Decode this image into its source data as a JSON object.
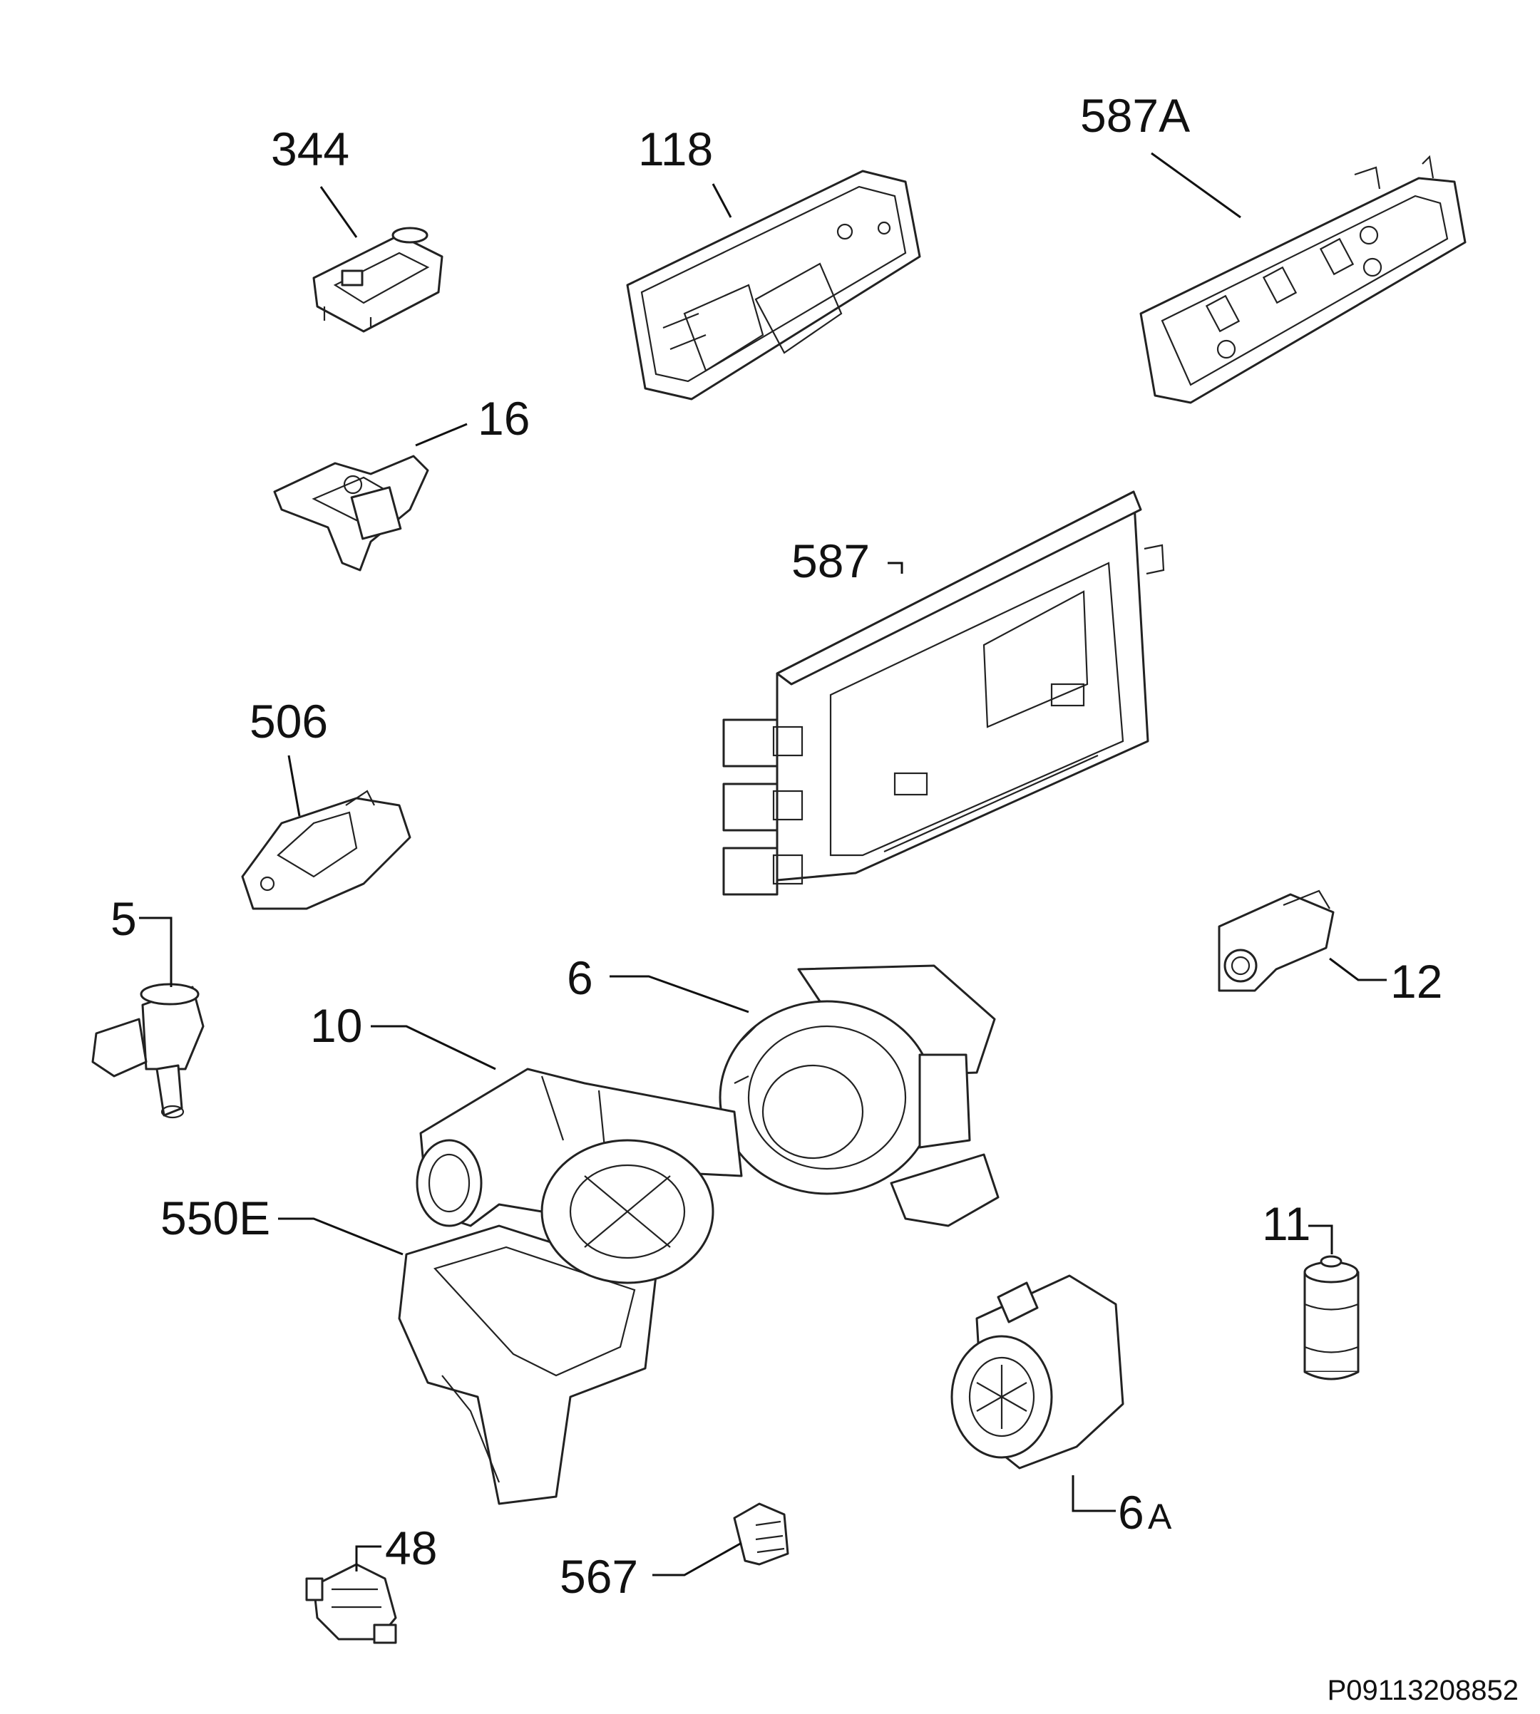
{
  "diagram": {
    "labels": {
      "p344": "344",
      "p118": "118",
      "p587a": "587A",
      "p16": "16",
      "p587": "587",
      "p506": "506",
      "p5": "5",
      "p6": "6",
      "p12": "12",
      "p10": "10",
      "p550e": "550E",
      "p11": "11",
      "p6a_num": "6",
      "p6a_sub": "A",
      "p48": "48",
      "p567": "567"
    },
    "reference_code": "P09113208852"
  }
}
